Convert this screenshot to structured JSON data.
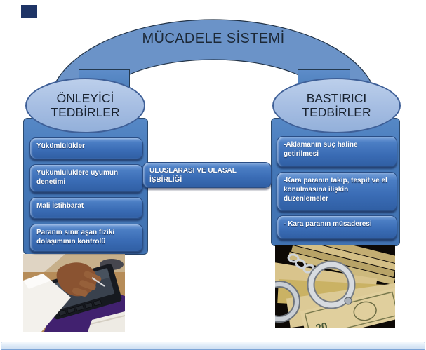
{
  "title": "MÜCADELE SİSTEMİ",
  "left_pillar": {
    "header": "ÖNLEYİCİ TEDBİRLER",
    "items": [
      "Yükümlülükler",
      "Yükümlülüklere uyumun denetimi",
      "Mali İstihbarat",
      "Paranın sınır aşan fiziki dolaşımının kontrolü"
    ],
    "image": "person-using-calculator-photo"
  },
  "right_pillar": {
    "header": "BASTIRICI TEDBİRLER",
    "items": [
      "-Aklamanın suç haline getirilmesi",
      "-Kara paranın takip, tespit ve el konulmasına ilişkin düzenlemeler",
      "- Kara paranın müsaderesi"
    ],
    "image": "handcuffs-on-money-photo",
    "bill_value": "20"
  },
  "center_bar": {
    "label": "ULUSLARASI VE ULASAL İŞBİRLİĞİ"
  },
  "colors": {
    "arch": "#6b93c8",
    "pillar": "#4477b7",
    "ellipse": "#a5bde2",
    "button": "#3a6cb5",
    "title_text": "#1c2836",
    "button_text": "#ffffff",
    "bottom_bar": "#dfebf8",
    "corner_square": "#1e3466"
  }
}
